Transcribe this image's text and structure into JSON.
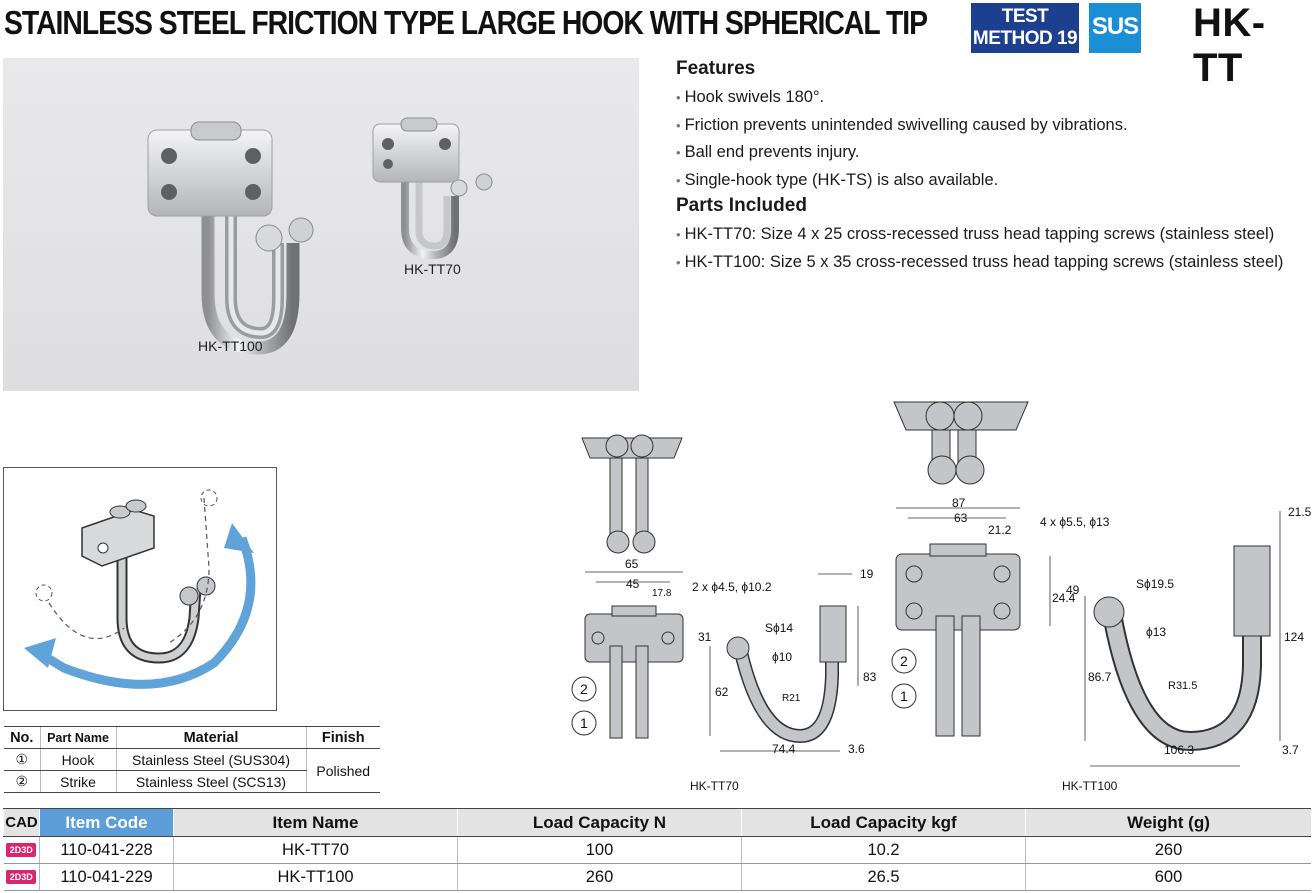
{
  "header": {
    "title": "STAINLESS STEEL FRICTION TYPE LARGE HOOK WITH SPHERICAL TIP",
    "badge_test_line1": "TEST",
    "badge_test_line2": "METHOD 19",
    "badge_sus": "SUS",
    "series": "HK-TT"
  },
  "photo": {
    "label_large": "HK-TT100",
    "label_small": "HK-TT70"
  },
  "features": {
    "heading": "Features",
    "items": [
      "Hook swivels 180°.",
      "Friction prevents unintended swivelling caused by vibrations.",
      "Ball end prevents injury.",
      "Single-hook type (HK-TS) is also available."
    ]
  },
  "parts_included": {
    "heading": "Parts Included",
    "items": [
      "HK-TT70: Size 4 x 25 cross-recessed truss head tapping screws (stainless steel)",
      "HK-TT100: Size 5 x 35 cross-recessed truss head tapping screws (stainless steel)"
    ]
  },
  "parts_table": {
    "headers": [
      "No.",
      "Part Name",
      "Material",
      "Finish"
    ],
    "rows": [
      {
        "no": "①",
        "name": "Hook",
        "material": "Stainless Steel (SUS304)"
      },
      {
        "no": "②",
        "name": "Strike",
        "material": "Stainless Steel (SCS13)"
      }
    ],
    "finish": "Polished"
  },
  "drawing": {
    "tt70": {
      "label": "HK-TT70",
      "dims": [
        "65",
        "45",
        "17.8",
        "31",
        "2 x ϕ4.5, ϕ10.2",
        "Sϕ14",
        "ϕ10",
        "R21",
        "62",
        "83",
        "19",
        "74.4",
        "3.6"
      ]
    },
    "tt100": {
      "label": "HK-TT100",
      "dims": [
        "87",
        "63",
        "21.2",
        "4 x ϕ5.5, ϕ13",
        "24.4",
        "49",
        "Sϕ19.5",
        "ϕ13",
        "R31.5",
        "86.7",
        "124",
        "21.5",
        "106.3",
        "3.7"
      ]
    },
    "callouts": [
      "1",
      "2"
    ]
  },
  "main_table": {
    "headers": [
      "CAD",
      "Item Code",
      "Item Name",
      "Load Capacity N",
      "Load Capacity kgf",
      "Weight (g)"
    ],
    "cad_icon_text": "2D3D",
    "rows": [
      {
        "code": "110-041-228",
        "name": "HK-TT70",
        "load_n": "100",
        "load_kgf": "10.2",
        "weight": "260"
      },
      {
        "code": "110-041-229",
        "name": "HK-TT100",
        "load_n": "260",
        "load_kgf": "26.5",
        "weight": "600"
      }
    ]
  },
  "colors": {
    "badge_test": "#1d3f8f",
    "badge_sus": "#1a8fd6",
    "item_code_header": "#5d9ed8",
    "arrow": "#5fa3d9",
    "cad_icon": "#d6286e"
  }
}
